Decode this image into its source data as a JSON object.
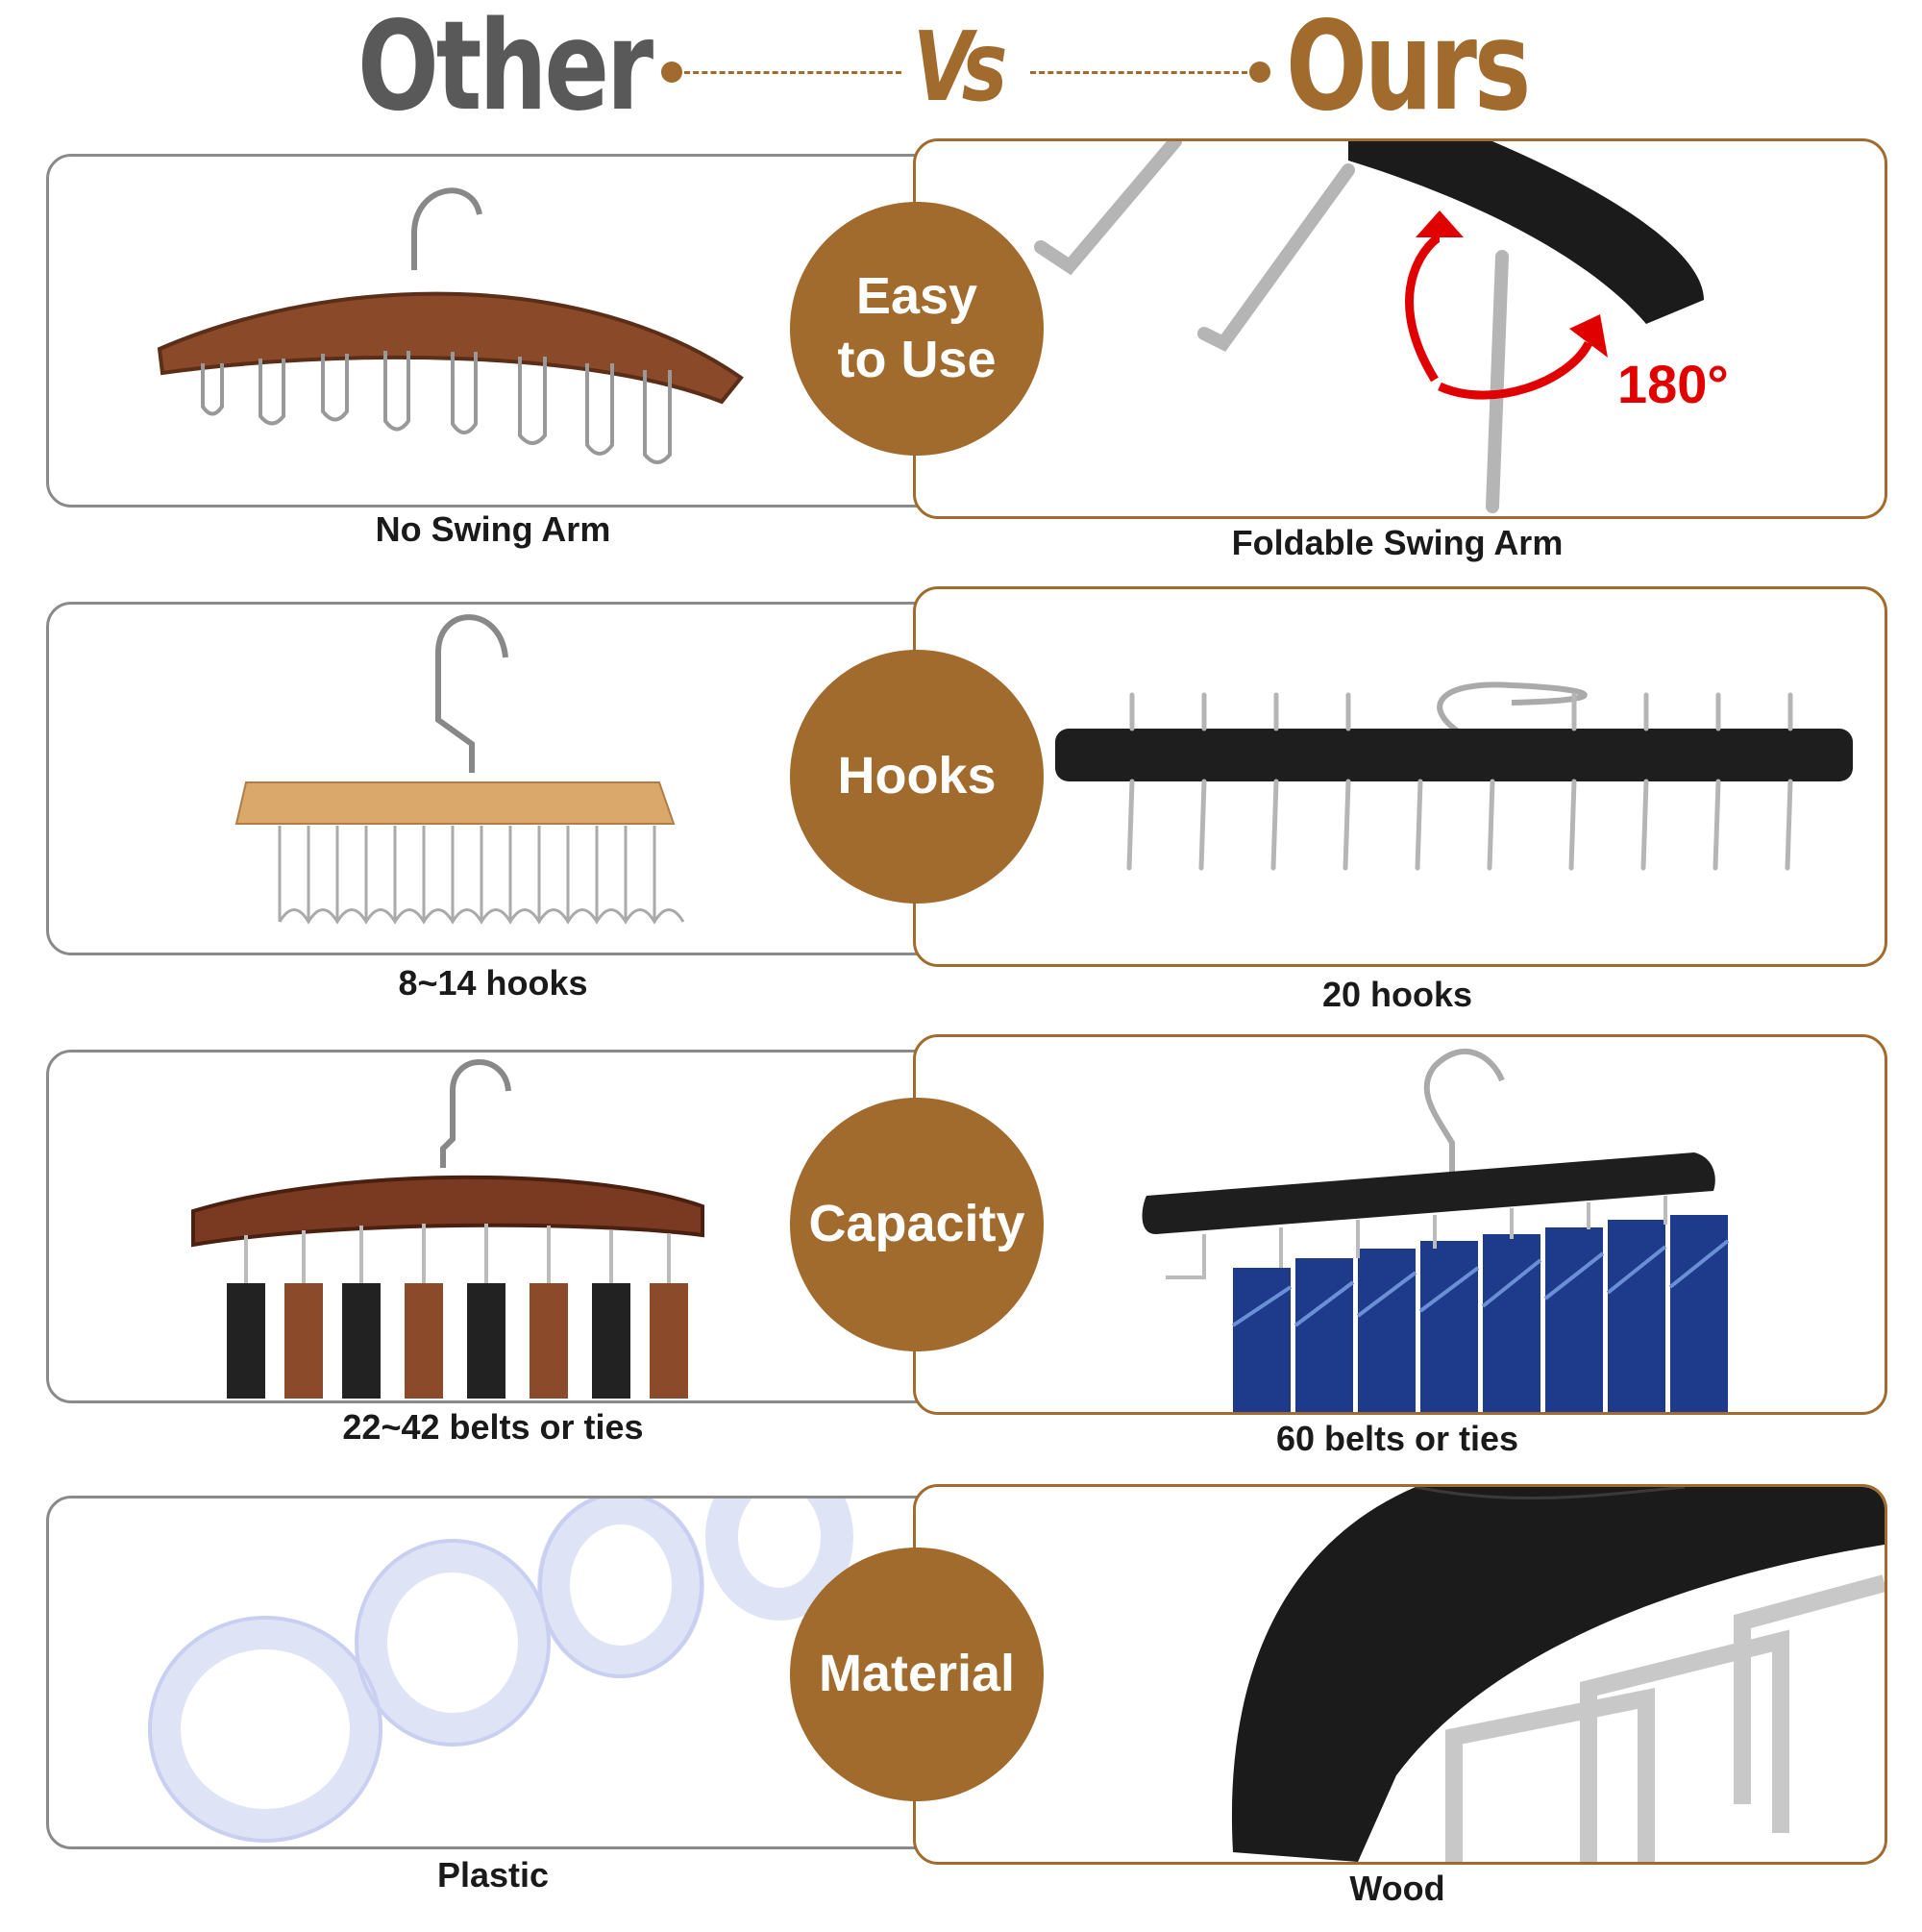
{
  "header": {
    "left_label": "Other",
    "vs_label": "Vs",
    "right_label": "Ours"
  },
  "colors": {
    "brand": "#a06b2c",
    "gray": "#595959",
    "accent_red": "#e10000"
  },
  "rows": [
    {
      "badge": "Easy\nto Use",
      "left_caption": "No Swing Arm",
      "right_caption": "Foldable Swing Arm",
      "annotation": "180°"
    },
    {
      "badge": "Hooks",
      "left_caption": "8~14 hooks",
      "right_caption": "20 hooks"
    },
    {
      "badge": "Capacity",
      "left_caption": "22~42 belts or ties",
      "right_caption": "60 belts or ties"
    },
    {
      "badge": "Material",
      "left_caption": "Plastic",
      "right_caption": "Wood"
    }
  ]
}
